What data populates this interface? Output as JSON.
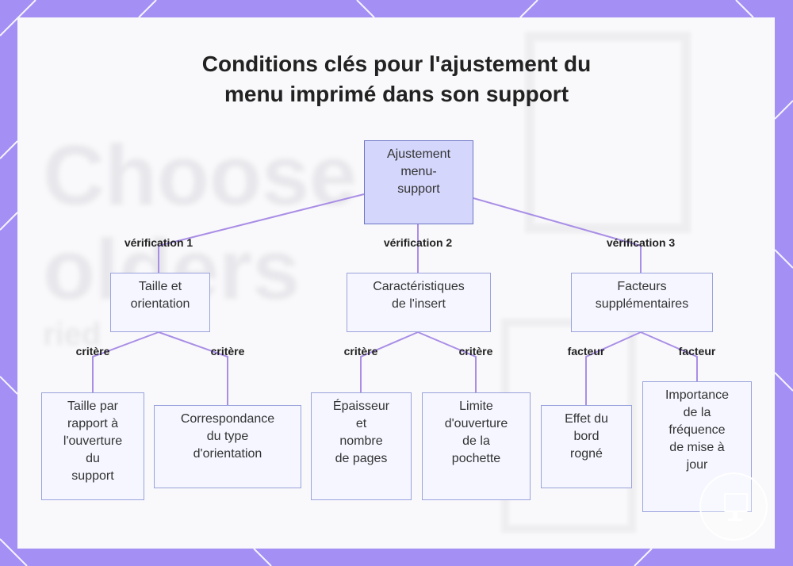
{
  "title_lines": [
    "Conditions clés pour l'ajustement du",
    "menu imprimé dans son support"
  ],
  "background_text": [
    "Choose",
    "olders",
    "ried"
  ],
  "colors": {
    "frame": "#a48ff5",
    "root_fill": "#d4d6fb",
    "node_fill": "#f5f6ff",
    "edge": "#a98ee6"
  },
  "nodes": {
    "root": [
      "Ajustement",
      "menu-",
      "support"
    ],
    "taille_orientation": [
      "Taille et",
      "orientation"
    ],
    "caracteristiques": [
      "Caractéristiques",
      "de l'insert"
    ],
    "facteurs": [
      "Facteurs",
      "supplémentaires"
    ],
    "taille_rapport": [
      "Taille par",
      "rapport à",
      "l'ouverture",
      "du",
      "support"
    ],
    "correspondance": [
      "Correspondance",
      "du type",
      "d'orientation"
    ],
    "epaisseur": [
      "Épaisseur",
      "et",
      "nombre",
      "de pages"
    ],
    "limite": [
      "Limite",
      "d'ouverture",
      "de la",
      "pochette"
    ],
    "effet_bord": [
      "Effet du",
      "bord",
      "rogné"
    ],
    "importance": [
      "Importance",
      "de la",
      "fréquence",
      "de mise à",
      "jour"
    ]
  },
  "edge_labels": {
    "verification_1": "vérification 1",
    "verification_2": "vérification 2",
    "verification_3": "vérification 3",
    "critere_1": "critère",
    "critere_2": "critère",
    "critere_3": "critère",
    "critere_4": "critère",
    "facteur_1": "facteur",
    "facteur_2": "facteur"
  },
  "badge_icon": "monitor-icon"
}
